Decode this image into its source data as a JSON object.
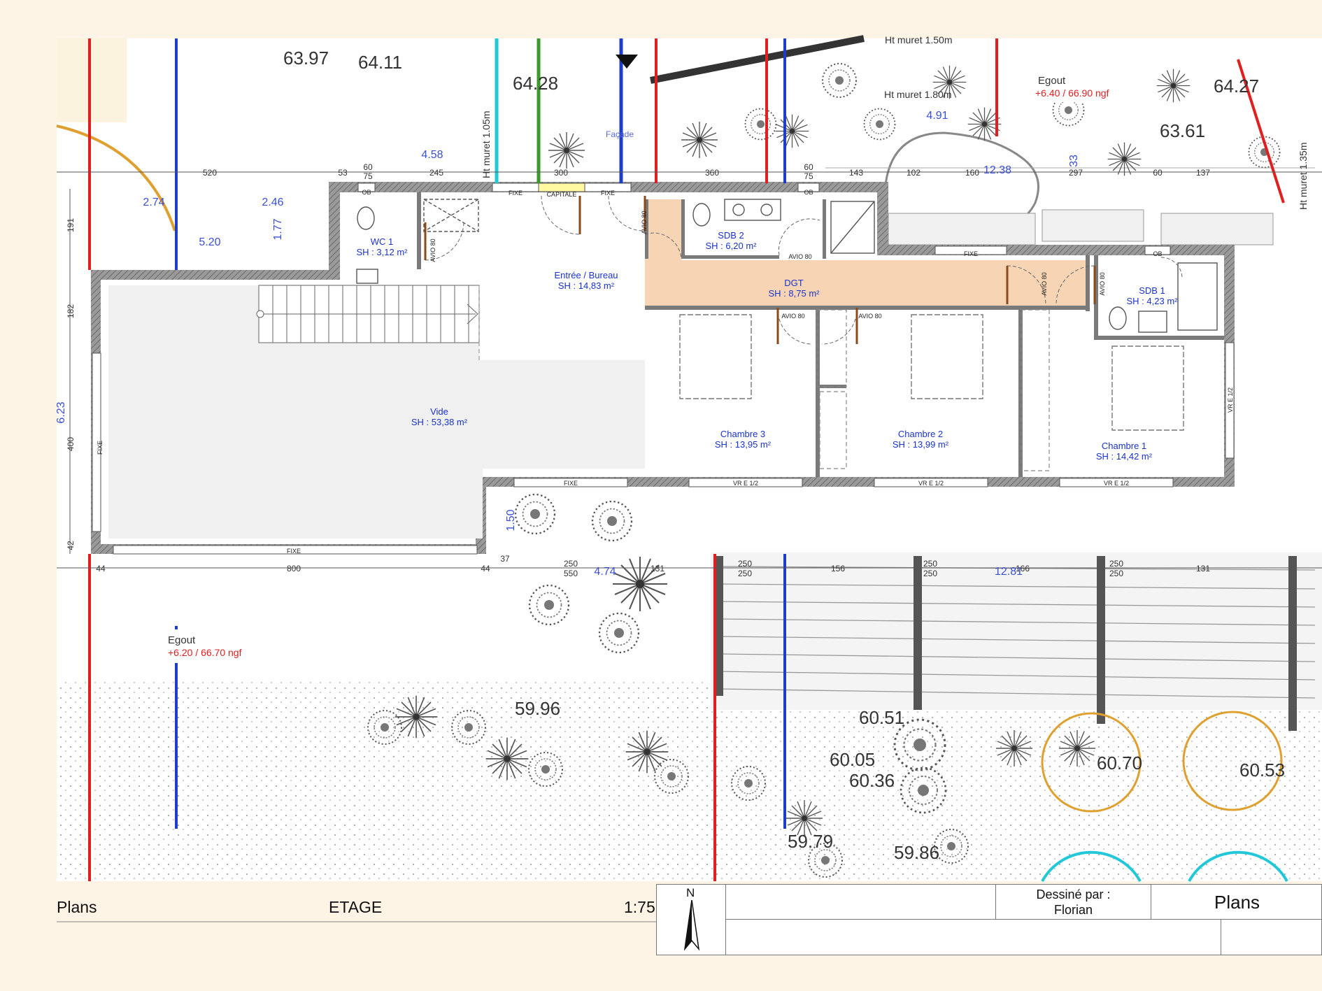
{
  "drawing": {
    "rooms": [
      {
        "id": "wc1",
        "name": "WC 1",
        "area": "SH : 3,12 m²"
      },
      {
        "id": "entree",
        "name": "Entrée / Bureau",
        "area": "SH : 14,83 m²"
      },
      {
        "id": "sdb2",
        "name": "SDB 2",
        "area": "SH : 6,20 m²"
      },
      {
        "id": "dgt",
        "name": "DGT",
        "area": "SH : 8,75 m²"
      },
      {
        "id": "sdb1",
        "name": "SDB 1",
        "area": "SH : 4,23 m²"
      },
      {
        "id": "vide",
        "name": "Vide",
        "area": "SH : 53,38 m²"
      },
      {
        "id": "ch3",
        "name": "Chambre 3",
        "area": "SH : 13,95 m²"
      },
      {
        "id": "ch2",
        "name": "Chambre 2",
        "area": "SH : 13,99 m²"
      },
      {
        "id": "ch1",
        "name": "Chambre 1",
        "area": "SH : 14,42 m²"
      }
    ],
    "levels": [
      "63.97",
      "64.11",
      "64.28",
      "64.27",
      "63.61",
      "59.96",
      "60.51",
      "60.05",
      "60.36",
      "60.70",
      "60.53",
      "59.79",
      "59.86"
    ],
    "egout_top": {
      "label": "Egout",
      "value": "+6.40 / 66.90 ngf"
    },
    "egout_bottom": {
      "label": "Egout",
      "value": "+6.20 / 66.70 ngf"
    },
    "muret_labels": [
      "Ht muret 1.50m",
      "Ht muret 1.80m",
      "Ht muret 1.05m",
      "Ht muret 1.35m"
    ],
    "facade_label": "Façade",
    "top_dims": [
      "520",
      "53",
      "60",
      "75",
      "245",
      "300",
      "360",
      "60",
      "75",
      "143",
      "102",
      "160",
      "297",
      "60",
      "137"
    ],
    "bottom_dims": [
      "44",
      "800",
      "44",
      "37",
      "250",
      "550",
      "131",
      "250",
      "250",
      "156",
      "250",
      "250",
      "166",
      "250",
      "250",
      "131"
    ],
    "left_dims": [
      "191",
      "182",
      "400",
      "42"
    ],
    "blue_dims": [
      "4.58",
      "2.74",
      "2.46",
      "1.77",
      "5.20",
      "4.91",
      "12.38",
      "33",
      "6.23",
      "1.50",
      "4.74",
      "12.81"
    ],
    "openings": {
      "fixe": "FIXE",
      "capitale": "CAPITALE",
      "ob": "OB",
      "avio": "AVIO 80",
      "vre": "VR E 1/2"
    }
  },
  "titleblock": {
    "left_label": "Plans",
    "level_label": "ETAGE",
    "scale": "1:75",
    "north": "N",
    "drawn_by_label": "Dessiné par :",
    "drawn_by": "Florian",
    "sheet_title": "Plans"
  },
  "colors": {
    "wall": "#8c8c8c",
    "corridor": "#f6d4b4",
    "vide": "#f0f0f0",
    "room_text": "#1a33cc",
    "level_text": "#333333",
    "red": "#e02020",
    "blue": "#1f3ec8",
    "cyan": "#22c8d8",
    "green": "#3a9a2a",
    "orange": "#e0a030"
  }
}
